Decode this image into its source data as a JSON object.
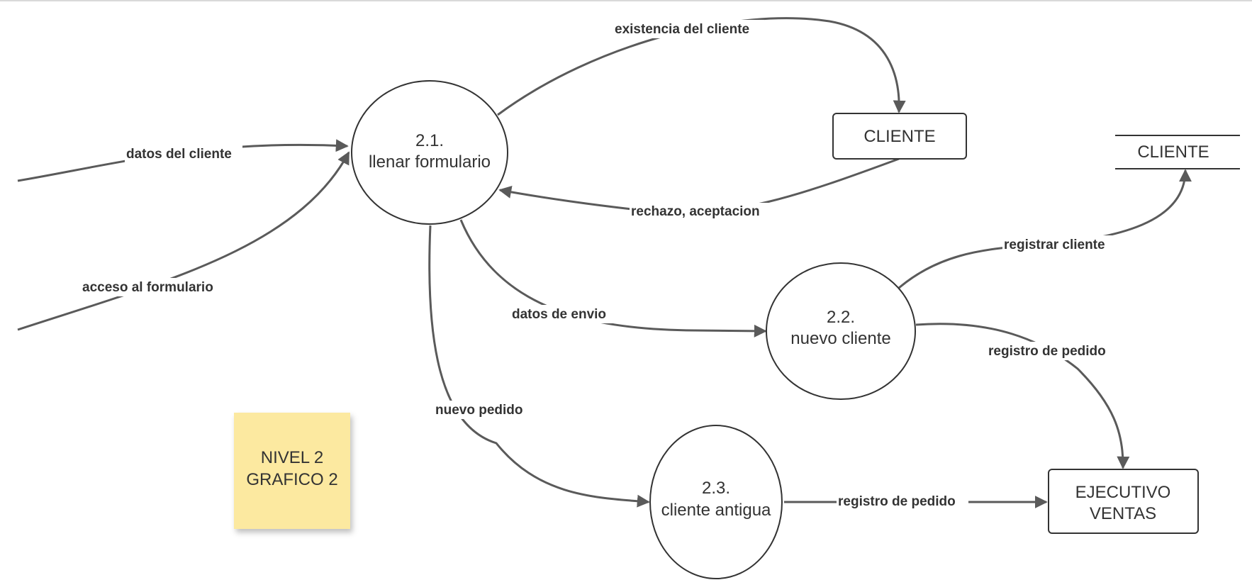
{
  "colors": {
    "edge": "#5a5a5a",
    "shape_stroke": "#333333",
    "text": "#333333",
    "sticky_fill": "#fce9a0"
  },
  "processes": {
    "p21": {
      "number": "2.1.",
      "name": "llenar formulario"
    },
    "p22": {
      "number": "2.2.",
      "name": "nuevo cliente"
    },
    "p23": {
      "number": "2.3.",
      "name": "cliente antigua"
    }
  },
  "entities": {
    "cliente": "CLIENTE",
    "ejecutivo_line1": "EJECUTIVO",
    "ejecutivo_line2": "VENTAS"
  },
  "datastore": {
    "cliente": "CLIENTE"
  },
  "flows": {
    "datos_cliente": "datos del cliente",
    "acceso_formulario": "acceso al formulario",
    "existencia_cliente": "existencia del cliente",
    "rechazo_aceptacion": "rechazo, aceptacion",
    "datos_envio": "datos de envio",
    "nuevo_pedido": "nuevo pedido",
    "registrar_cliente": "registrar cliente",
    "registro_pedido_1": "registro de pedido",
    "registro_pedido_2": "registro de pedido"
  },
  "sticky": {
    "line1": "NIVEL 2",
    "line2": "GRAFICO 2"
  }
}
